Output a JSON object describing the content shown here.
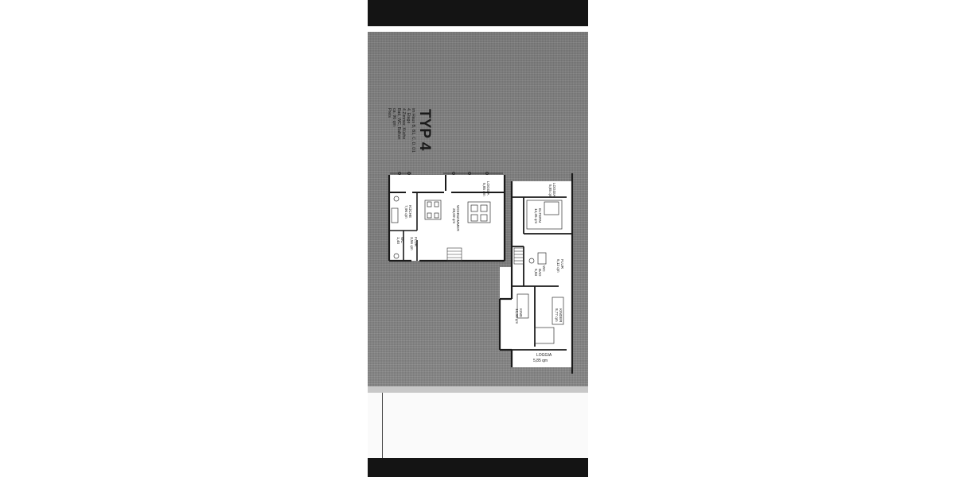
{
  "plan": {
    "title": "TYP 4",
    "info_lines": [
      "im Haus B, B1, C, D, D1",
      "4. Etage",
      "4 Zimmer, Küche",
      "Bad, WC, Balkon",
      "ca. 96 qm",
      "Preis"
    ],
    "rooms": {
      "loggia_top_left": {
        "name": "LOGGIA",
        "area": "5,85 qm"
      },
      "loggia_top_right": {
        "name": "LOGGIA",
        "area": "5,85 qm"
      },
      "wohnzimmer": {
        "name": "WOHNZIMMER",
        "area": "28,09 qm"
      },
      "kueche": {
        "name": "KÜCHE",
        "area": "7,96 qm"
      },
      "flur_lower": {
        "name": "FLUR",
        "area": "3,56 qm"
      },
      "wc_lower": {
        "name": "WC",
        "area": "1,40"
      },
      "eltern": {
        "name": "ELTERN",
        "area": "14,35 qm"
      },
      "flur_upper": {
        "name": "FLUR",
        "area": "6,12 qm"
      },
      "bad": {
        "name": "BAD",
        "area": "5,83"
      },
      "wc_upper": {
        "name": "WC",
        "area": ""
      },
      "kind": {
        "name": "KIND",
        "area": "12,30 qm"
      },
      "kinder": {
        "name": "KINDER",
        "area": "8,77 qm"
      },
      "loggia_bottom": {
        "name": "LOGGIA",
        "area": "5,85 qm"
      }
    }
  },
  "colors": {
    "scan_gray": "#7e7e7e",
    "floor": "#ffffff",
    "wall": "#1a1a1a",
    "phone_bar": "#141414"
  }
}
